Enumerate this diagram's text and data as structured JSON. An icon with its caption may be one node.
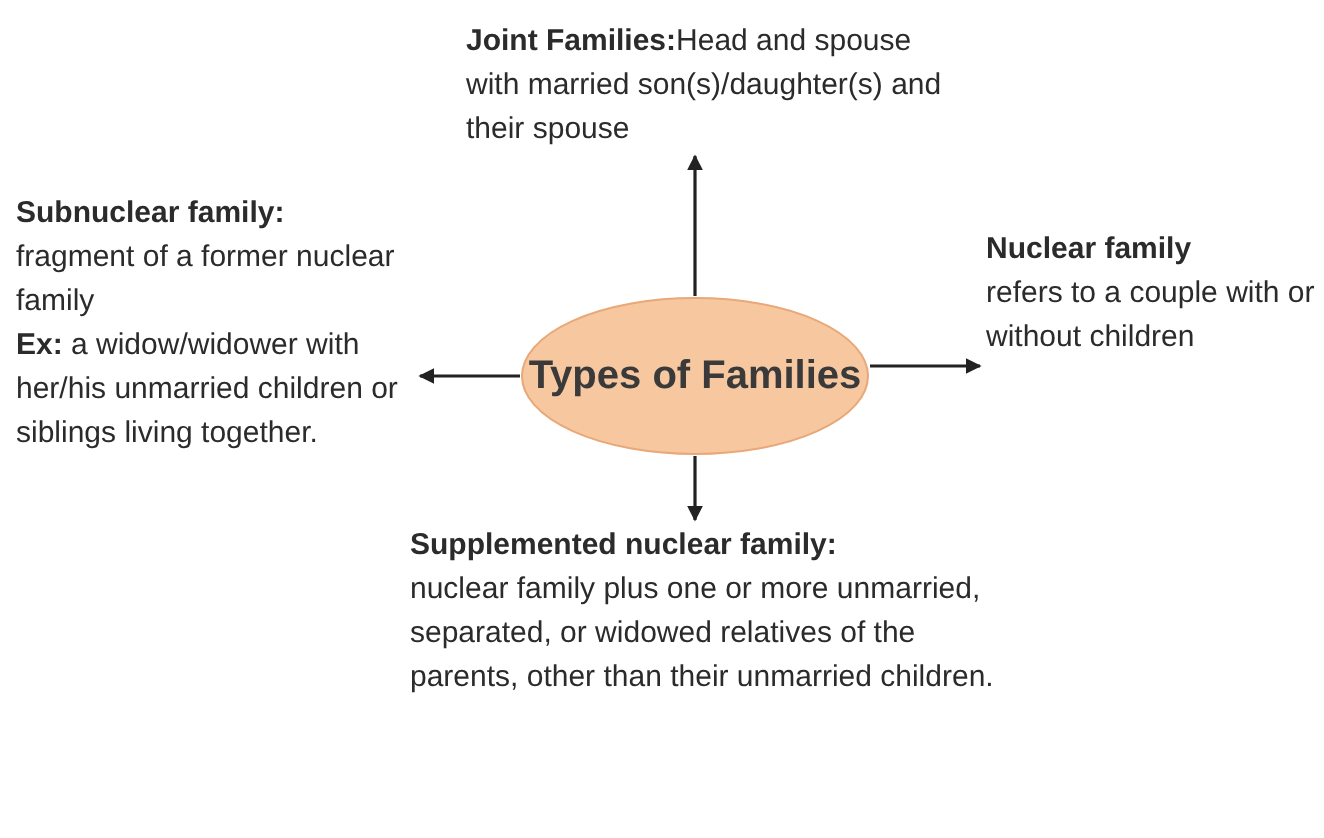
{
  "diagram": {
    "nodes": [
      {
        "text": [
          "Types of Families"
        ]
      },
      {
        "text": [
          "**Joint Families:**Head and spouse with married son(s)/daughter(s) and their spouse"
        ]
      },
      {
        "text": [
          "Subnuclear family:",
          "fragment of a former nuclear family",
          "**Ex:** a widow/widower with her/his unmarried children or siblings living together."
        ]
      },
      {
        "text": [
          "Nuclear family",
          "refers to a couple with or without children"
        ]
      },
      {
        "text": [
          "Supplemented nuclear family:",
          "nuclear family plus one or more unmarried, separated, or widowed relatives of the parents, other than their unmarried children."
        ]
      }
    ],
    "edges": [
      {
        "from": 0,
        "to": 1,
        "arrow": "to"
      },
      {
        "from": 0,
        "to": 2,
        "arrow": "to"
      },
      {
        "from": 0,
        "to": 3,
        "arrow": "to"
      },
      {
        "from": 0,
        "to": 4,
        "arrow": "to"
      }
    ]
  }
}
